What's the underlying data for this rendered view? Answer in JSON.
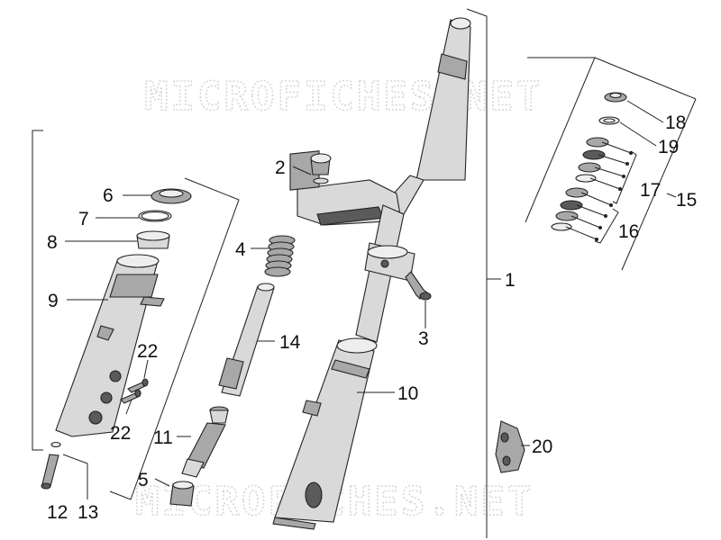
{
  "watermark": "MICROFICHES.NET",
  "labels": {
    "l1": "1",
    "l2": "2",
    "l3": "3",
    "l4": "4",
    "l5": "5",
    "l6": "6",
    "l7": "7",
    "l8": "8",
    "l9": "9",
    "l10": "10",
    "l11": "11",
    "l12": "12",
    "l13": "13",
    "l14": "14",
    "l15": "15",
    "l16": "16",
    "l17": "17",
    "l18": "18",
    "l19": "19",
    "l20": "20",
    "l22a": "22",
    "l22b": "22"
  }
}
